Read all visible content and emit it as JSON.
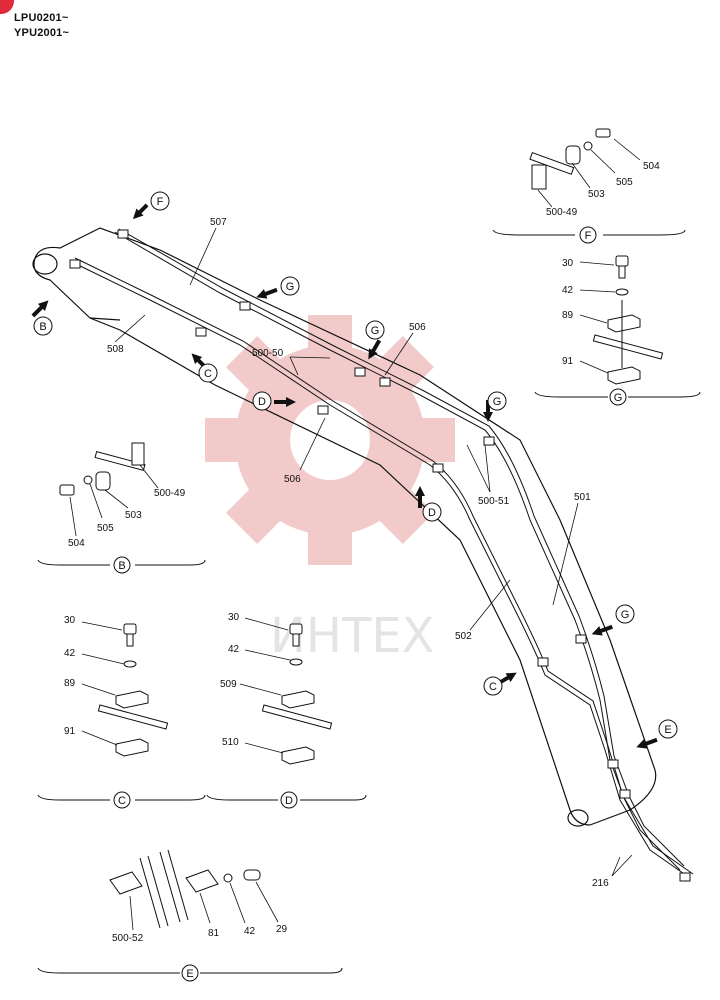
{
  "header": {
    "line1": "LPU0201~",
    "line2": "YPU2001~"
  },
  "watermark": {
    "text": "ИНТЕХ",
    "color": "#e8a0a0"
  },
  "colors": {
    "ink": "#111111",
    "accent": "#e02b3c"
  },
  "callouts": {
    "f_top": "F",
    "g1": "G",
    "b_arrow": "B",
    "c_arrow1": "C",
    "g2": "G",
    "d_arrow1": "D",
    "g3": "G",
    "d_arrow2": "D",
    "g4": "G",
    "c_arrow2": "C",
    "e_arrow": "E"
  },
  "main_labels": {
    "p507": "507",
    "p508": "508",
    "p500_50": "500-50",
    "p506a": "506",
    "p506b": "506",
    "p500_51": "500-51",
    "p501": "501",
    "p502": "502",
    "p216": "216"
  },
  "detail_f": {
    "title": "F",
    "p504": "504",
    "p505": "505",
    "p503": "503",
    "p500_49": "500-49"
  },
  "detail_g": {
    "title": "G",
    "p30": "30",
    "p42": "42",
    "p89": "89",
    "p91": "91"
  },
  "detail_b": {
    "title": "B",
    "p500_49": "500-49",
    "p504": "504",
    "p505": "505",
    "p503": "503"
  },
  "detail_c": {
    "title": "C",
    "p30": "30",
    "p42": "42",
    "p89": "89",
    "p91": "91"
  },
  "detail_d": {
    "title": "D",
    "p30": "30",
    "p42": "42",
    "p509": "509",
    "p510": "510"
  },
  "detail_e": {
    "title": "E",
    "p500_52": "500-52",
    "p81": "81",
    "p42": "42",
    "p29": "29"
  }
}
